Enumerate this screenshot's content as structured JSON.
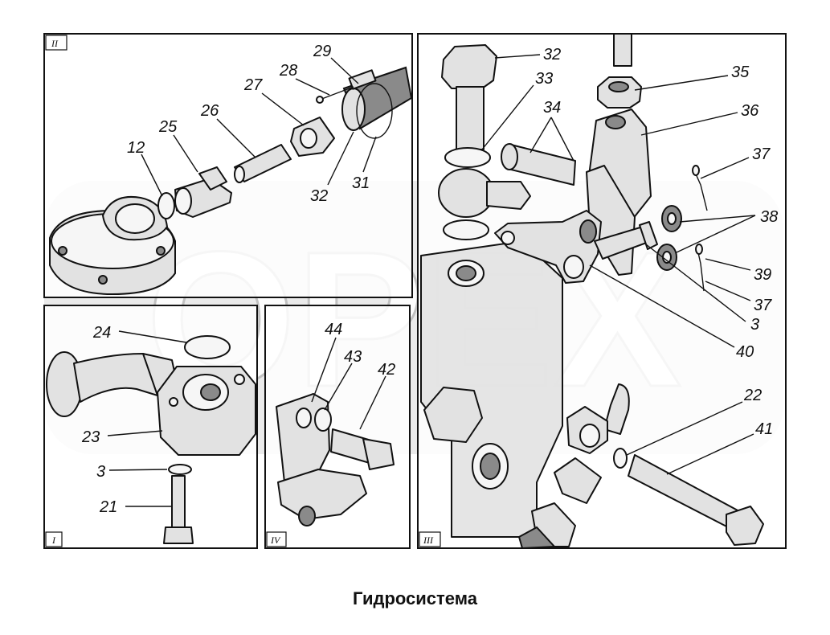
{
  "caption": "Гидросистема",
  "watermark": "OPEX",
  "panels": [
    {
      "id": "II",
      "label": "II"
    },
    {
      "id": "I",
      "label": "I"
    },
    {
      "id": "IV",
      "label": "IV"
    },
    {
      "id": "III",
      "label": "III"
    }
  ],
  "callouts": {
    "p2": [
      "29",
      "28",
      "27",
      "26",
      "25",
      "12",
      "32",
      "31"
    ],
    "p1": [
      "24",
      "23",
      "3",
      "21"
    ],
    "p4": [
      "44",
      "43",
      "42"
    ],
    "p3": [
      "32",
      "33",
      "34",
      "35",
      "36",
      "37",
      "38",
      "39",
      "37",
      "3",
      "40",
      "22",
      "41"
    ]
  }
}
